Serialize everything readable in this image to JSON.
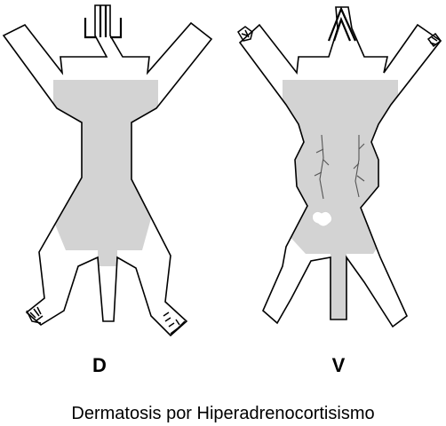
{
  "figure": {
    "dorsal_label": "D",
    "ventral_label": "V",
    "caption": "Dermatosis por Hiperadrenocortisismo"
  },
  "colors": {
    "outline": "#000000",
    "affected_area": "#d3d3d3",
    "background": "#ffffff"
  }
}
